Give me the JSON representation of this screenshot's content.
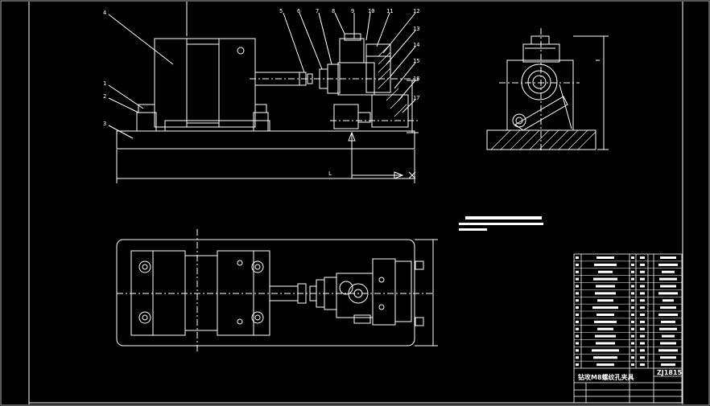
{
  "colors": {
    "background": "#000000",
    "line": "#ffffff",
    "border_gray": "#b0b0b0"
  },
  "front_view": {
    "balloons": [
      "4",
      "5",
      "6",
      "7",
      "8",
      "9",
      "10",
      "11",
      "12",
      "13",
      "14",
      "15",
      "16",
      "17",
      "1",
      "2",
      "3"
    ],
    "dim_label": "L"
  },
  "title_block": {
    "drawing_title": "钻攻M8螺纹孔夹具",
    "drawing_number": "ZJ1815"
  }
}
